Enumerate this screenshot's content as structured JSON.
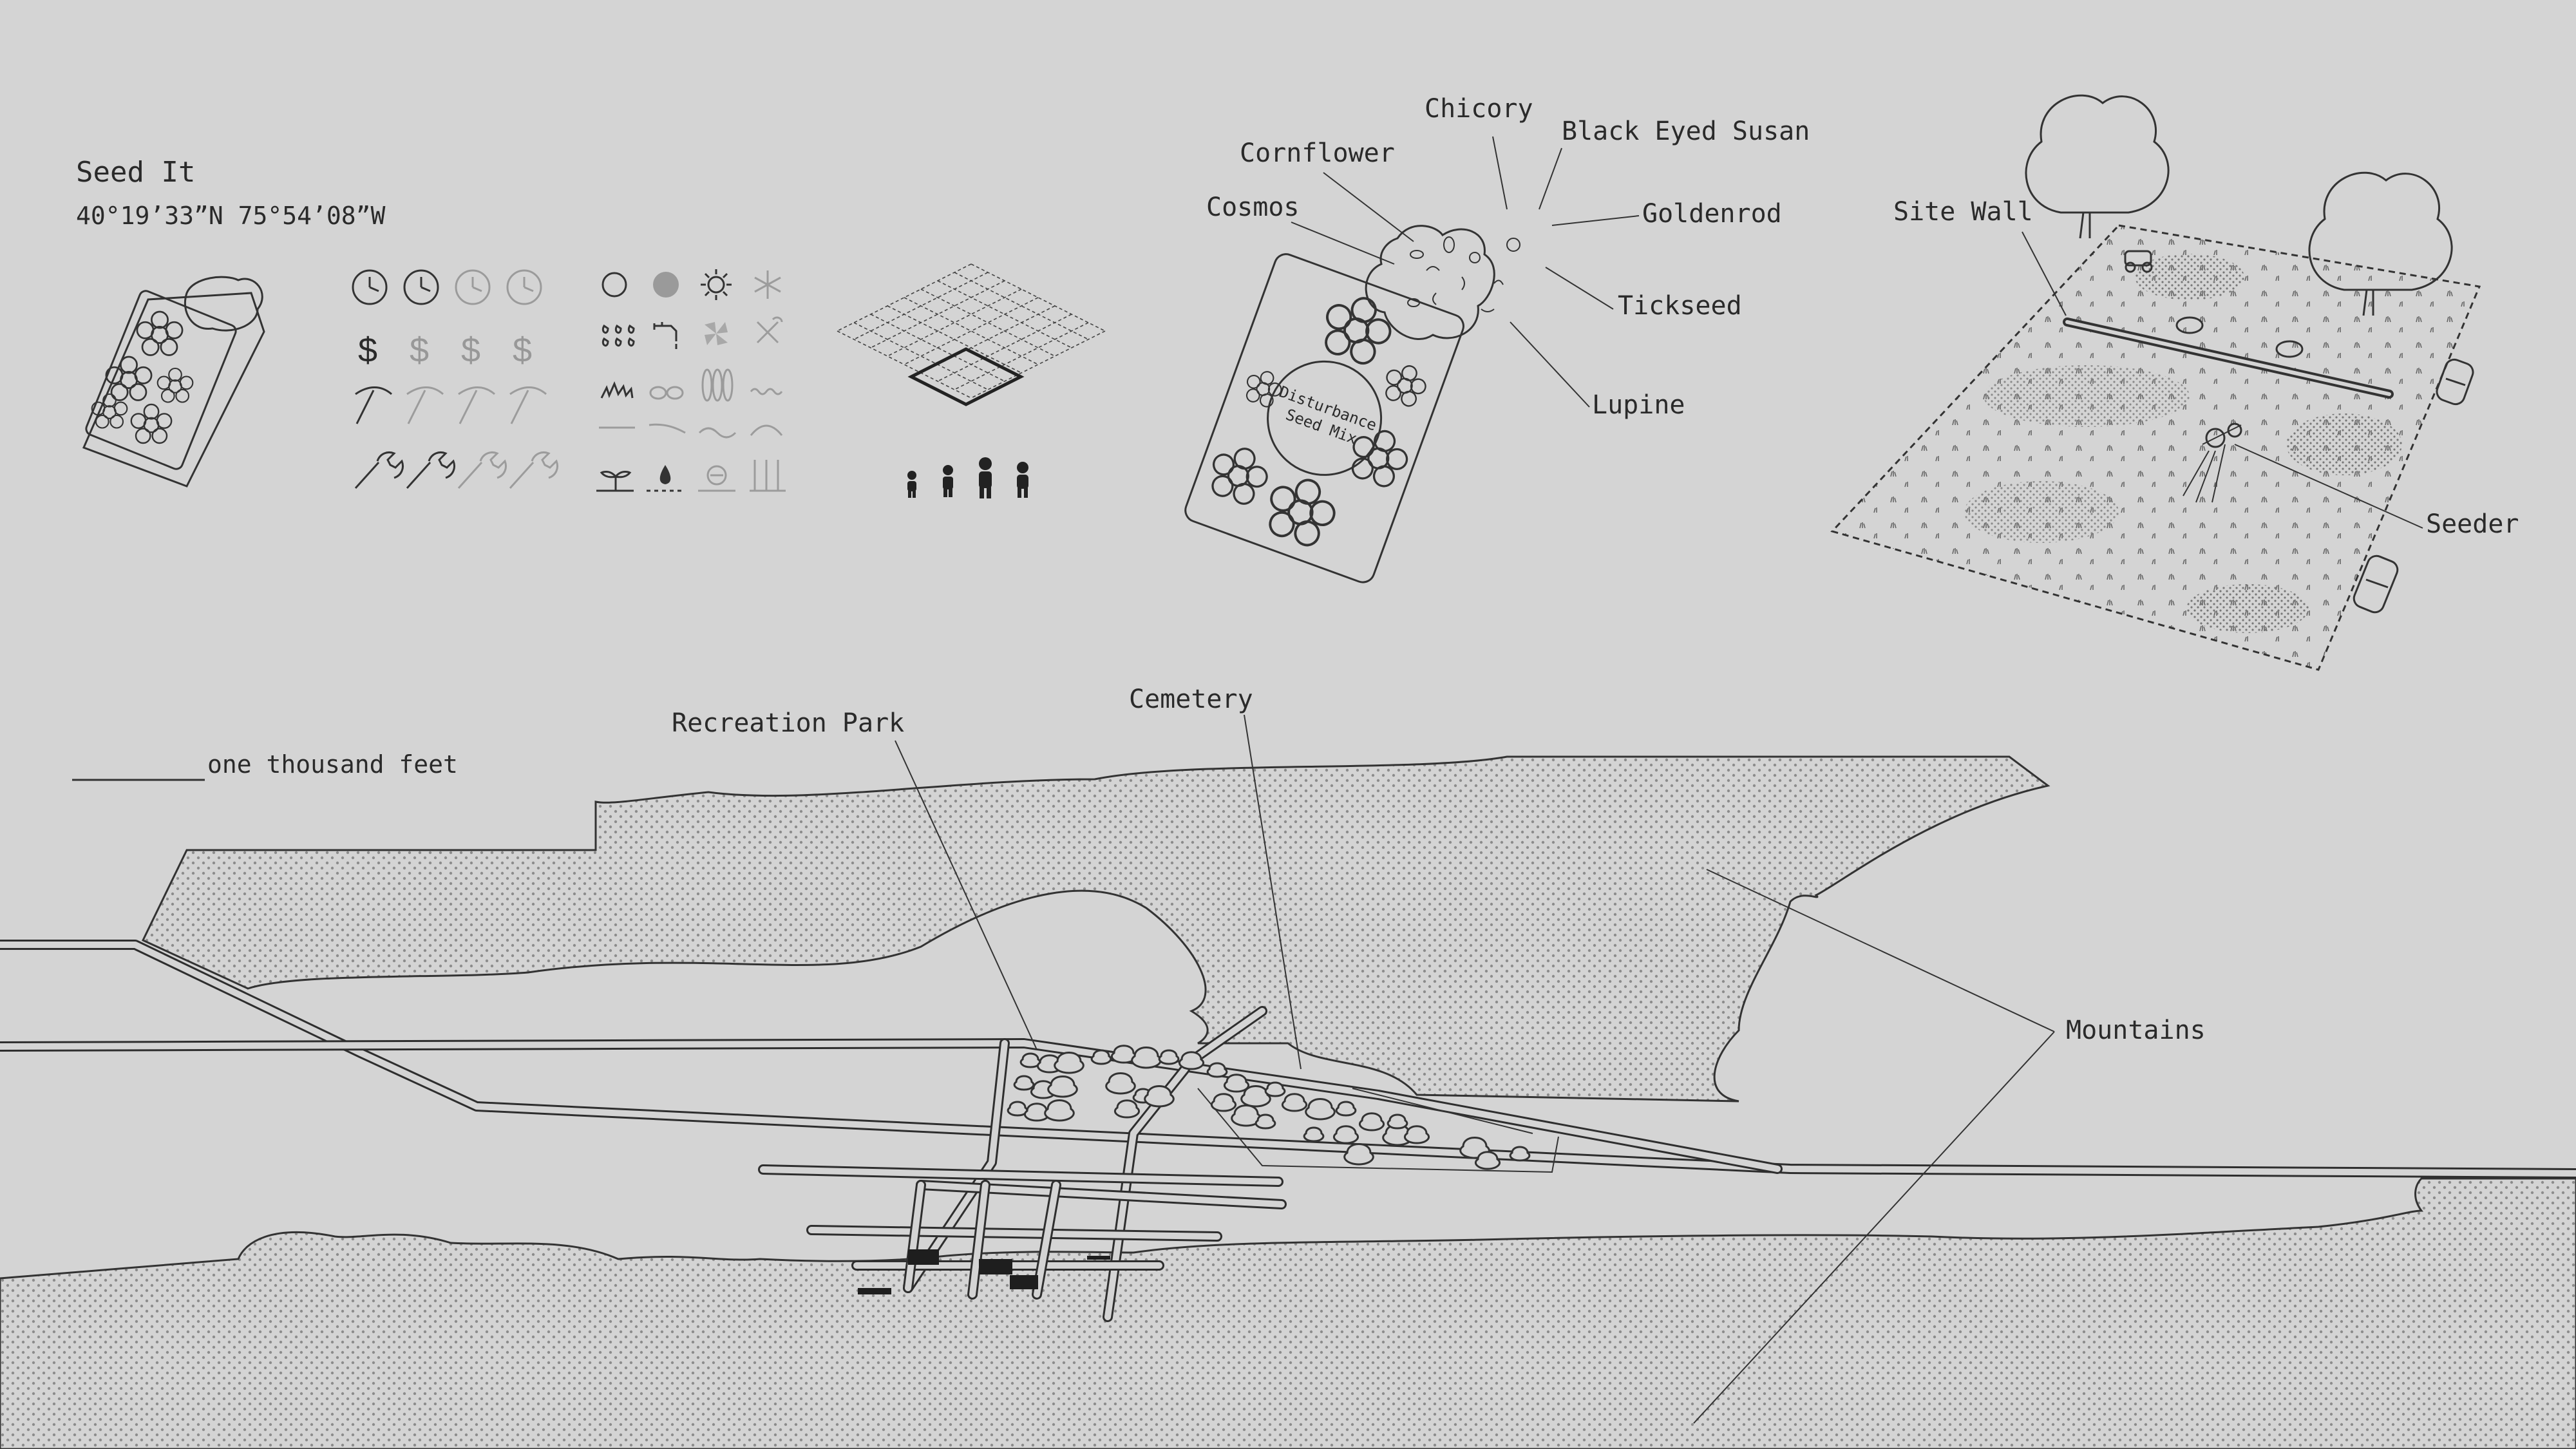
{
  "project": {
    "title": "Seed It",
    "coordinates": "40°19’33”N   75°54’08”W"
  },
  "scale_bar": {
    "label": "one thousand feet"
  },
  "icon_legend": {
    "time": [
      "clock-icon",
      "clock-icon",
      "clock-icon",
      "clock-icon"
    ],
    "cost": {
      "symbol": "$",
      "count": 4
    },
    "labor": [
      "pickaxe-icon",
      "pickaxe-icon",
      "pickaxe-icon",
      "pickaxe-icon"
    ],
    "maintenance": [
      "wrench-icon",
      "wrench-icon",
      "wrench-icon",
      "wrench-icon"
    ],
    "conditions": [
      [
        "sun-empty-icon",
        "shade-icon",
        "sun-icon",
        "snowflake-icon"
      ],
      [
        "rain-icon",
        "faucet-icon",
        "pinwheel-icon",
        "no-maintenance-icon"
      ],
      [
        "grass-icon",
        "stones-icon",
        "trees-icon",
        "wave-icon"
      ],
      [
        "flat-line-icon",
        "slope-icon",
        "wave-line-icon",
        "hill-icon"
      ],
      [
        "sprout-icon",
        "soil-icon",
        "rock-icon",
        "fence-icon"
      ]
    ],
    "people": [
      "child-icon",
      "child-icon",
      "adult-icon",
      "adult-icon"
    ]
  },
  "seed_packet": {
    "label_line1": "Disturbance",
    "label_line2": "Seed Mix",
    "species": [
      {
        "name": "Chicory"
      },
      {
        "name": "Black Eyed Susan"
      },
      {
        "name": "Cornflower"
      },
      {
        "name": "Goldenrod"
      },
      {
        "name": "Cosmos"
      },
      {
        "name": "Tickseed"
      },
      {
        "name": "Lupine"
      }
    ]
  },
  "site_axon": {
    "callouts": [
      {
        "name": "Site Wall"
      },
      {
        "name": "Seeder"
      }
    ]
  },
  "map": {
    "callouts": [
      {
        "name": "Recreation Park"
      },
      {
        "name": "Cemetery"
      },
      {
        "name": "Mountains"
      }
    ]
  },
  "colors": {
    "background": "#d4d4d4",
    "ink": "#2a2a2a",
    "stipple": "#8a8a8a"
  }
}
